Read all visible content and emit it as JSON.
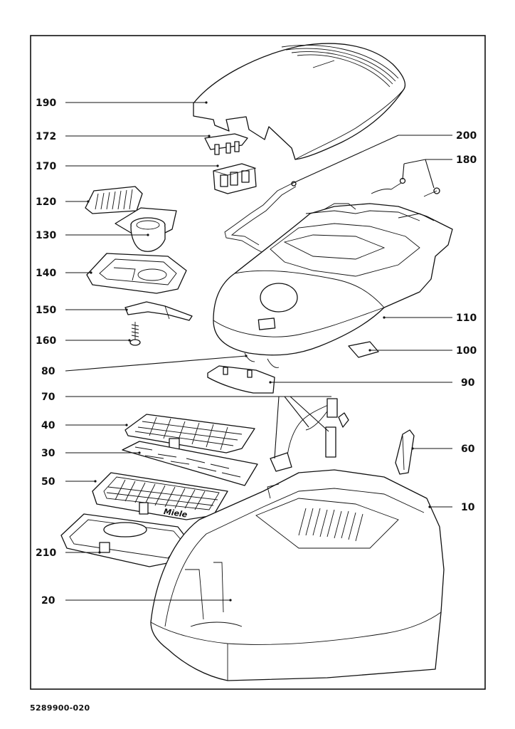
{
  "drawing": {
    "document_number": "5289900-020"
  },
  "callouts": {
    "c190": "190",
    "c172": "172",
    "c170": "170",
    "c120": "120",
    "c130": "130",
    "c140": "140",
    "c150": "150",
    "c160": "160",
    "c80": "80",
    "c70": "70",
    "c40": "40",
    "c30": "30",
    "c50": "50",
    "c210": "210",
    "c20": "20",
    "c200": "200",
    "c180": "180",
    "c110": "110",
    "c100": "100",
    "c90": "90",
    "c60": "60",
    "c10": "10"
  },
  "part_markings": {
    "brand": "Miele"
  },
  "colors": {
    "ink": "#111111",
    "paper": "#ffffff"
  }
}
